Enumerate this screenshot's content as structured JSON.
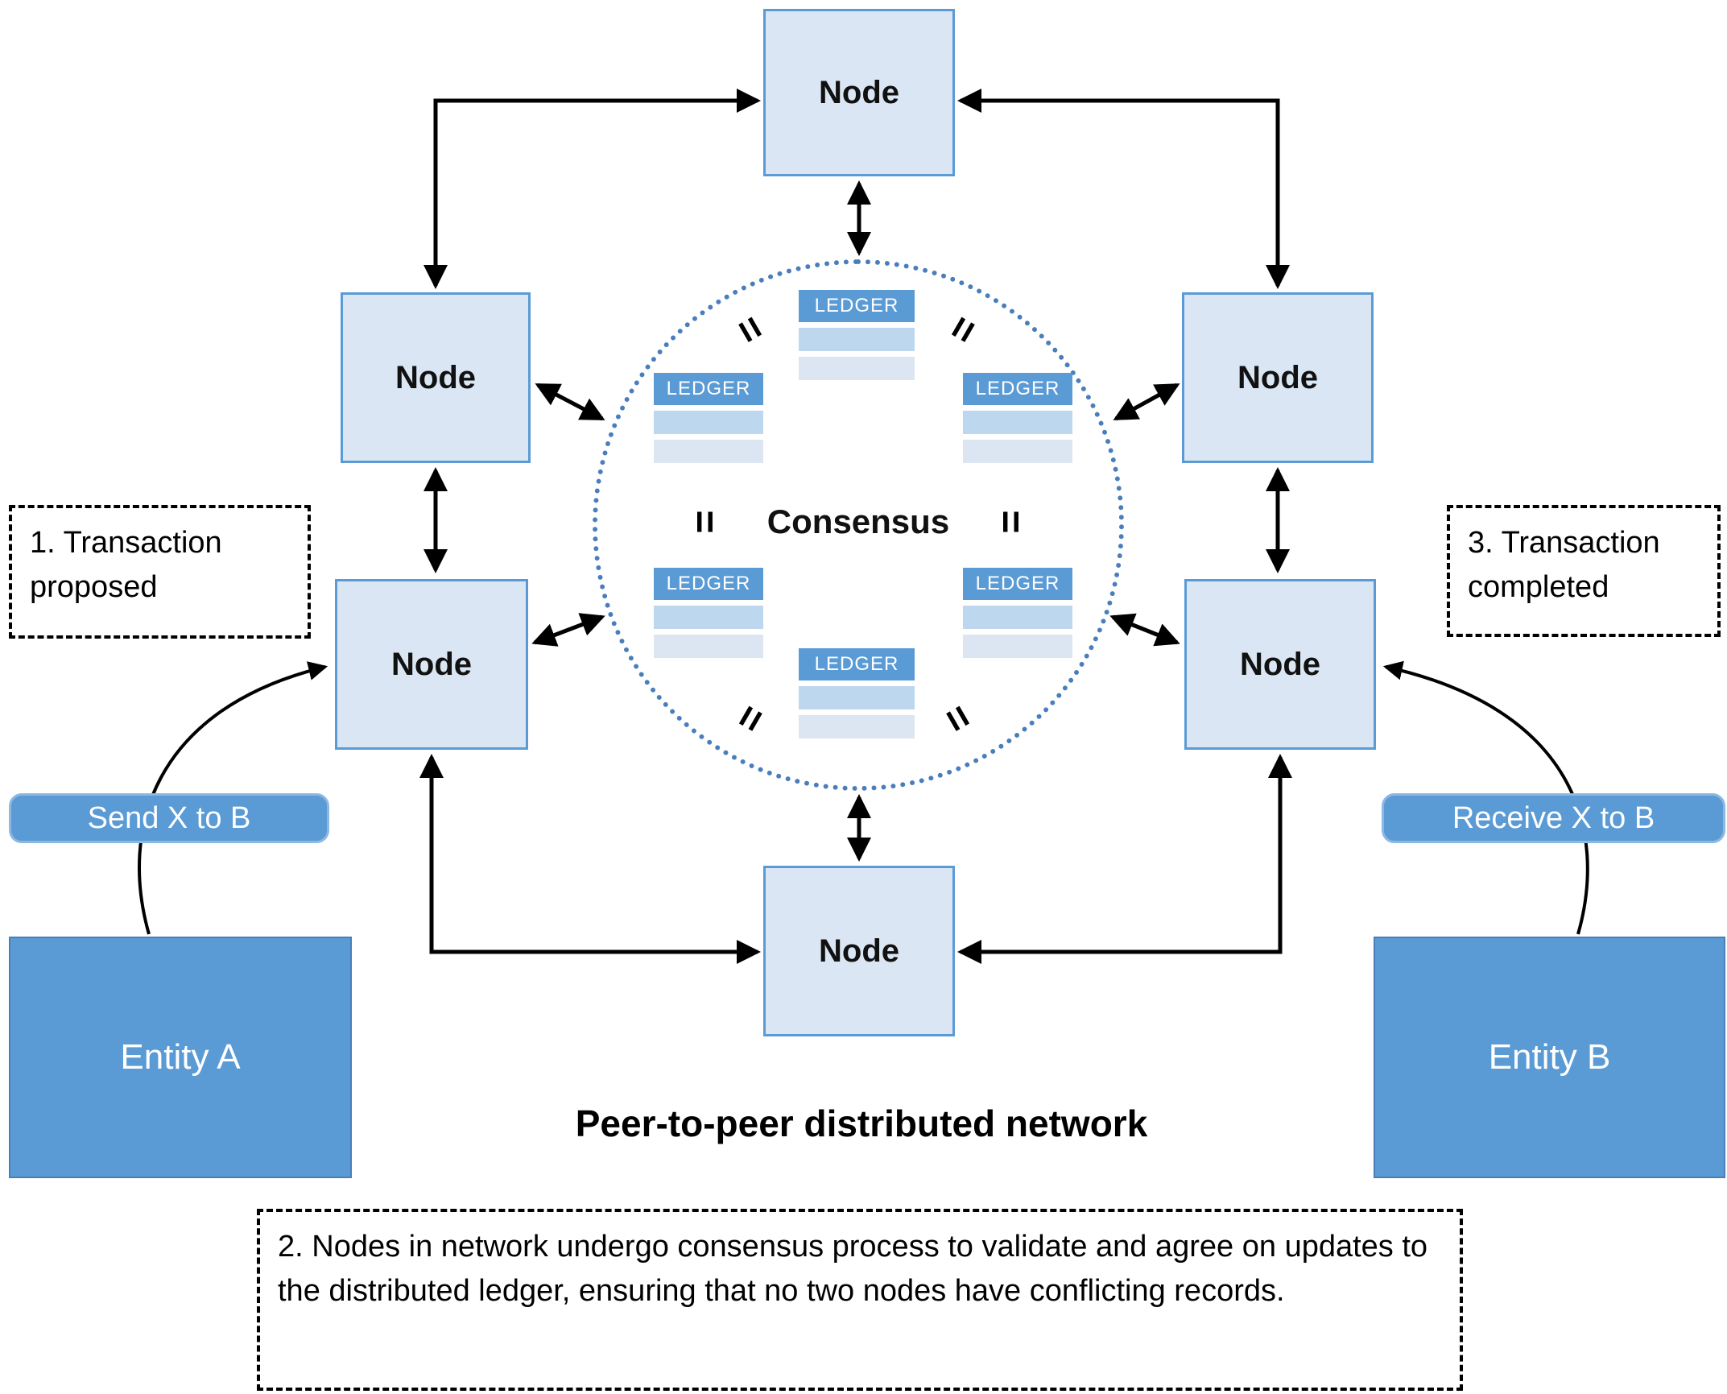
{
  "labels": {
    "node": "Node",
    "ledger": "LEDGER",
    "consensus": "Consensus",
    "title": "Peer-to-peer distributed network",
    "equals": "="
  },
  "entities": {
    "a": "Entity A",
    "b": "Entity B"
  },
  "messages": {
    "send": "Send X to B",
    "receive": "Receive X to B"
  },
  "annotations": {
    "step1": "1. Transaction proposed",
    "step2": "2. Nodes in network undergo consensus process to validate and agree on updates to the distributed ledger, ensuring that no two nodes have conflicting records.",
    "step3": "3. Transaction completed"
  },
  "colors": {
    "node_fill": "#dae6f3",
    "node_border": "#5b9bd5",
    "entity_fill": "#5b9bd5",
    "ledger_header": "#5b9bd5",
    "ledger_row_dark": "#bdd7ee",
    "ledger_row_light": "#dce6f2",
    "circle_border": "#4a7ebb",
    "arrow": "#000000"
  }
}
